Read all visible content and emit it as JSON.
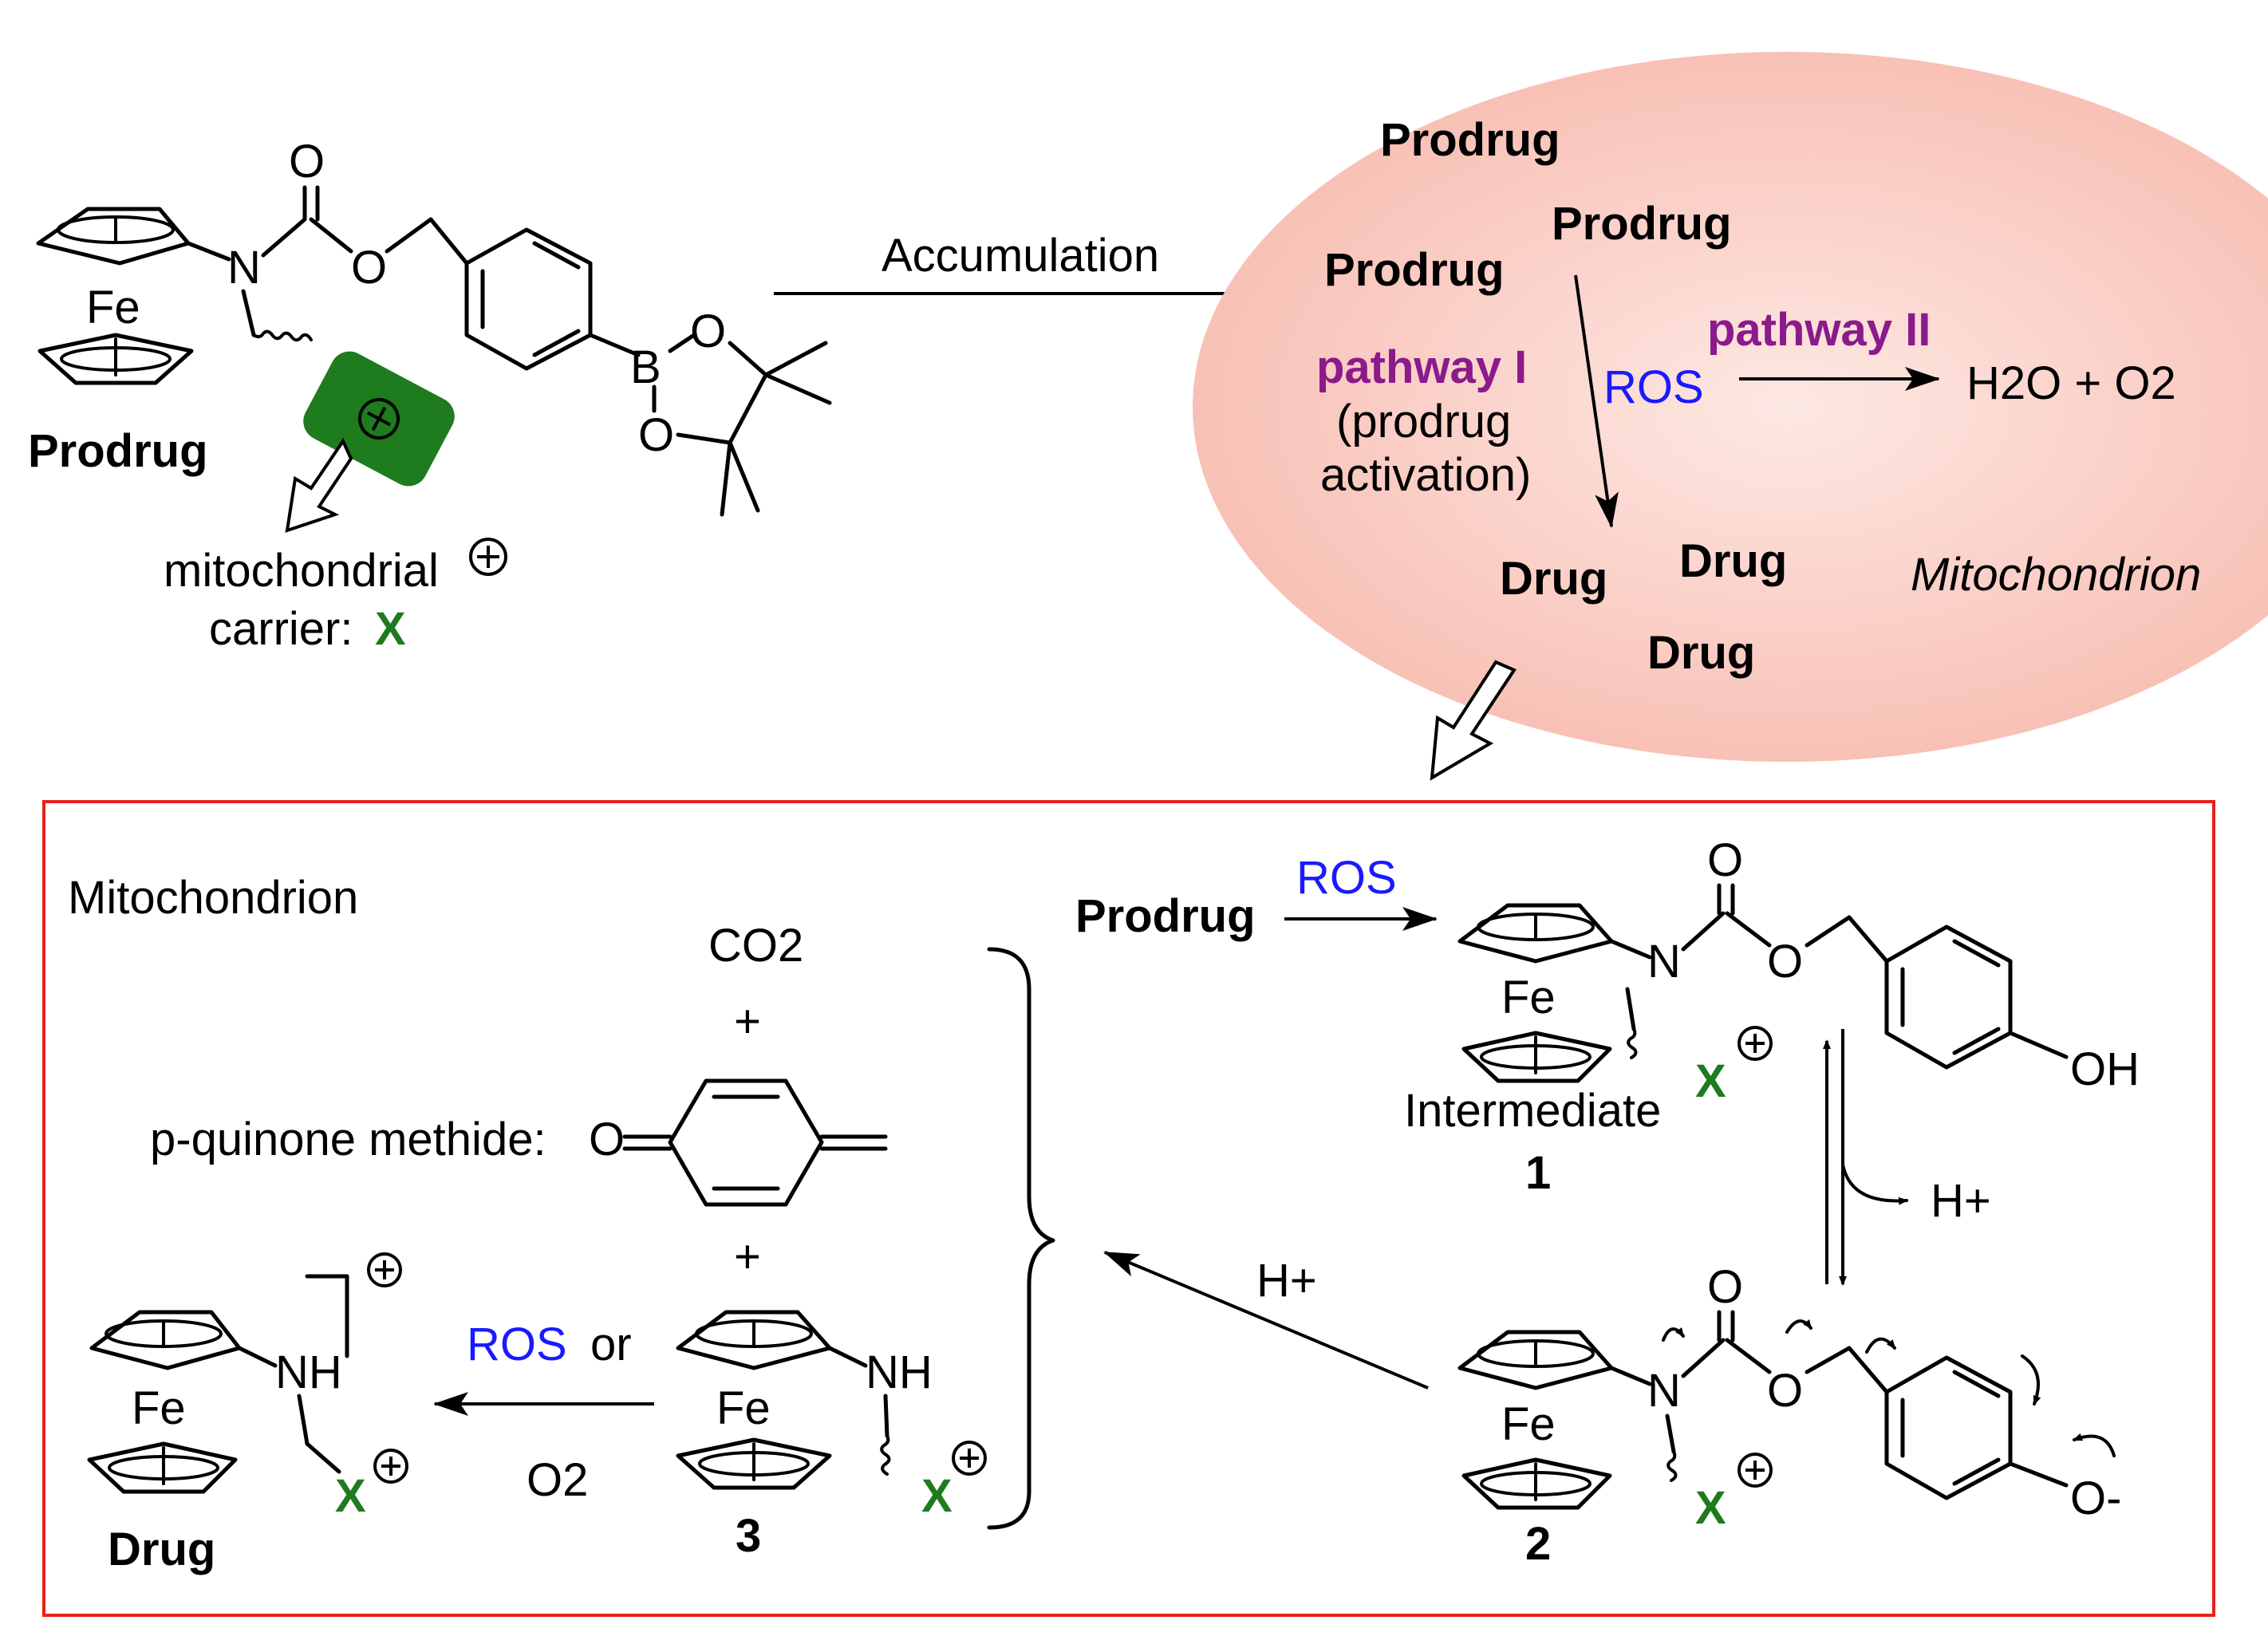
{
  "labels": {
    "prodrug": "Prodrug",
    "fe": "Fe",
    "n": "N",
    "o": "O",
    "b": "B",
    "oh": "OH",
    "nh": "NH",
    "mito_carrier_line1": "mitochondrial",
    "mito_carrier_line2": "carrier: ",
    "x": "X",
    "plus_sign": "+",
    "accumulation": "Accumulation",
    "pathway1": "pathway I",
    "pathway1_sub1": "(prodrug",
    "pathway1_sub2": "activation)",
    "pathway2": "pathway II",
    "ros": "ROS",
    "products": "H2O + O2",
    "drug": "Drug",
    "mitochondrion_italic": "Mitochondrion",
    "box_title": "Mitochondrion",
    "co2": "CO2",
    "pqm": "p-quinone methide:",
    "intermediate": "Intermediate",
    "num1": "1",
    "num2": "2",
    "num3": "3",
    "hplus": "H+",
    "ros_or": "or",
    "o2": "O2",
    "o_minus": "O-"
  },
  "colors": {
    "carrier_green": "#1e7b1e",
    "ros_blue": "#1a1aff",
    "pathway_purple": "#8b1a8b",
    "box_red": "#e8201a",
    "ellipse_fill": "#f9c9c0"
  }
}
